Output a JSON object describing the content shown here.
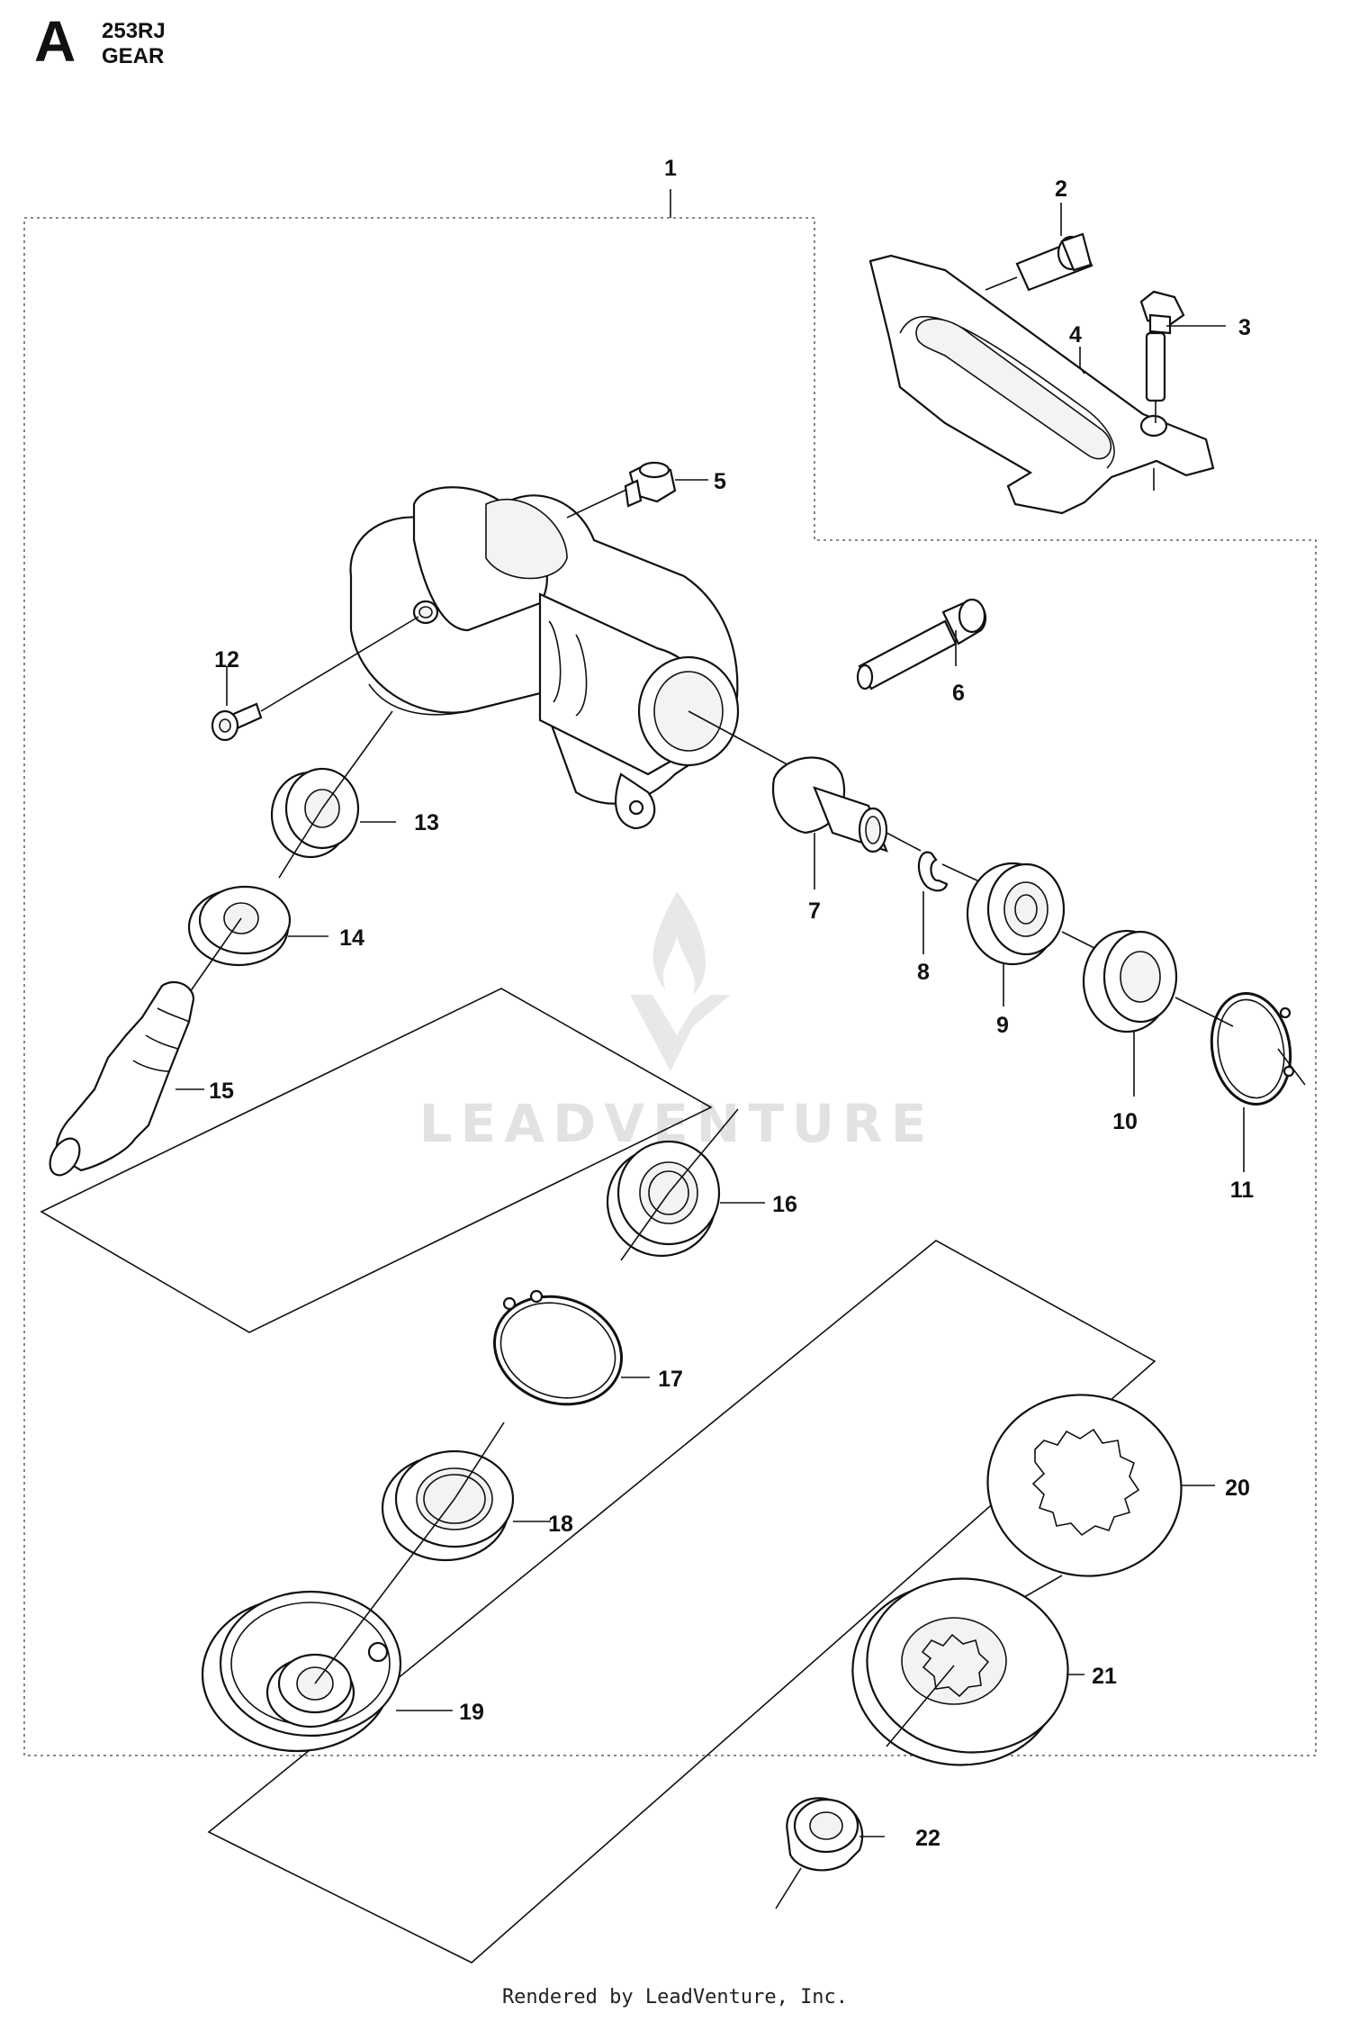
{
  "header": {
    "section_letter": "A",
    "model": "253RJ",
    "section_name": "GEAR"
  },
  "watermark": {
    "text": "LEADVENTURE"
  },
  "footer": {
    "text": "Rendered by LeadVenture, Inc."
  },
  "callouts": [
    "1",
    "2",
    "3",
    "4",
    "5",
    "6",
    "7",
    "8",
    "9",
    "10",
    "11",
    "12",
    "13",
    "14",
    "15",
    "16",
    "17",
    "18",
    "19",
    "20",
    "21",
    "22"
  ]
}
